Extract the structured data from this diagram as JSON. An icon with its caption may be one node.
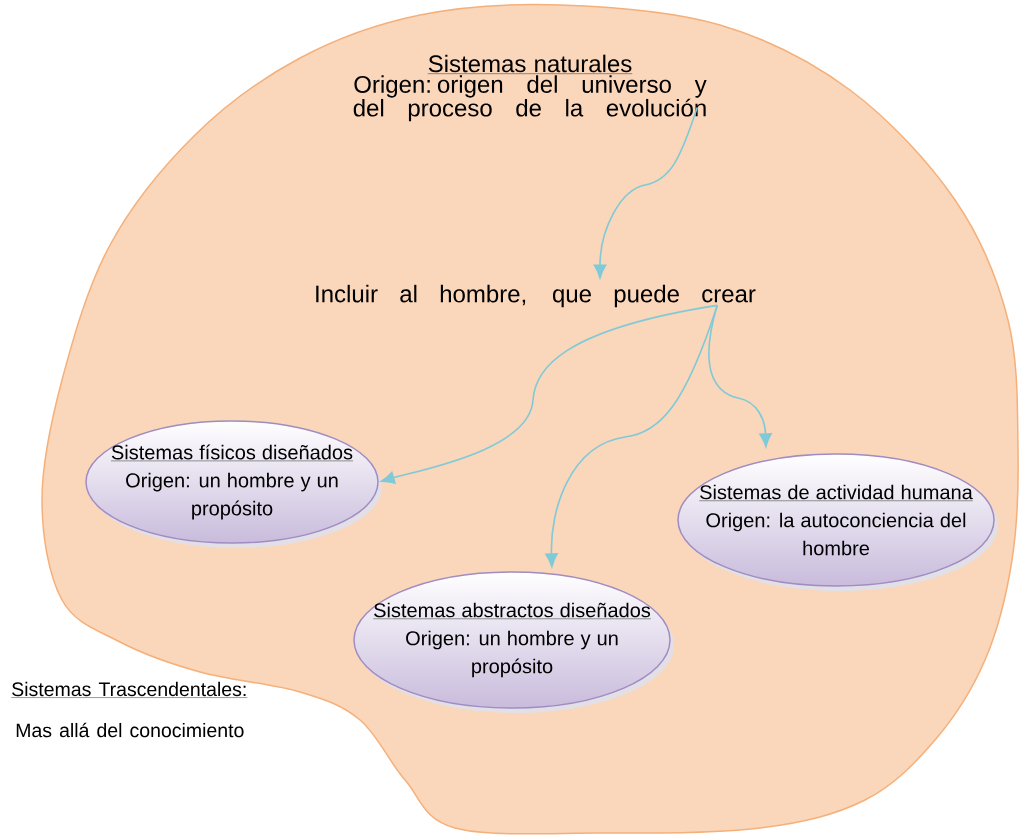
{
  "diagram": {
    "nodes": [
      {
        "text": [],
        "shape": "cloud"
      },
      {
        "text": [
          "Sistemas naturales",
          "Origen: origen del universo y del proceso de la evolución"
        ],
        "in": 0
      },
      {
        "text": [
          "Incluir al hombre, que puede crear"
        ],
        "in": 0
      },
      {
        "text": [
          "Sistemas físicos diseñados",
          "Origen: un hombre y un propósito"
        ],
        "in": 0
      },
      {
        "text": [
          "Sistemas de actividad humana",
          "Origen: la autoconciencia del hombre"
        ],
        "in": 0
      },
      {
        "text": [
          "Sistemas abstractos diseñados",
          "Origen: un hombre y un propósito"
        ],
        "in": 0
      }
    ],
    "edges": [
      {
        "from": 1,
        "to": 2,
        "arrow": "to"
      },
      {
        "from": 2,
        "to": 3,
        "arrow": "to"
      },
      {
        "from": 2,
        "to": 5,
        "arrow": "to"
      },
      {
        "from": 2,
        "to": 4,
        "arrow": "to"
      }
    ],
    "labels": [
      "Sistemas Trascendentales:",
      "Mas allá del conocimiento"
    ]
  }
}
